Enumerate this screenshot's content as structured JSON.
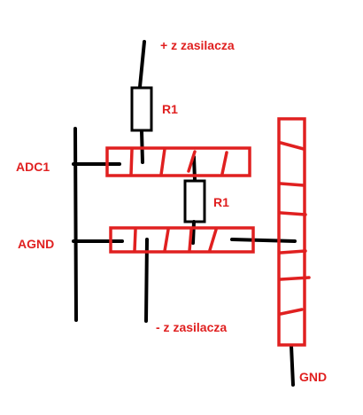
{
  "labels": {
    "plus_supply": "+ z zasilacza",
    "minus_supply": "- z zasilacza",
    "r1_top": "R1",
    "r1_middle": "R1",
    "adc1": "ADC1",
    "agnd": "AGND",
    "gnd": "GND"
  },
  "colors": {
    "wire": "#000000",
    "track": "#e02020",
    "label": "#e02020"
  }
}
